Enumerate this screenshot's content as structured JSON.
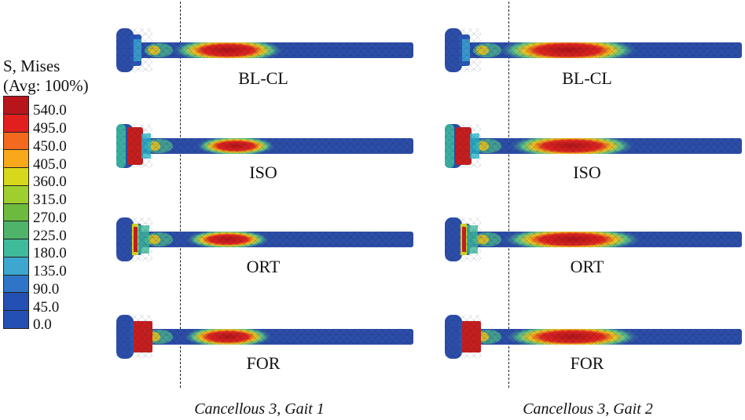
{
  "legend": {
    "title": "S, Mises",
    "subtitle": "(Avg: 100%)",
    "ticks": [
      "540.0",
      "495.0",
      "450.0",
      "405.0",
      "360.0",
      "315.0",
      "270.0",
      "225.0",
      "180.0",
      "135.0",
      "90.0",
      "45.0",
      "0.0"
    ],
    "band_colors": [
      "#b8141b",
      "#e11f1f",
      "#f36a1e",
      "#f7a81b",
      "#d7d81c",
      "#9fcf2e",
      "#6dbb3e",
      "#4fb36a",
      "#3fba9b",
      "#3da7cf",
      "#2e74c7",
      "#2550b3"
    ]
  },
  "columns": [
    {
      "label": "Cancellous 3, Gait 1"
    },
    {
      "label": "Cancellous 3, Gait 2"
    }
  ],
  "cases": [
    "BL-CL",
    "ISO",
    "ORT",
    "FOR"
  ],
  "colors": {
    "mesh_base": "#2c4ea8",
    "hot": "#c61e1e"
  }
}
